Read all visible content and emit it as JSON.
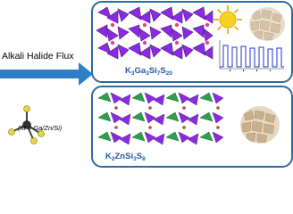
{
  "flux_label": "Alkali Halide Flux",
  "formula_note": "(M = Ga/Zn/Si)",
  "top_compound": {
    "parts": [
      [
        "K",
        "3"
      ],
      [
        "Ga",
        "3"
      ],
      [
        "Si",
        "7"
      ],
      [
        "S",
        "20"
      ]
    ]
  },
  "bottom_compound": {
    "parts": [
      [
        "K",
        "2"
      ],
      [
        "Zn",
        "Si"
      ],
      [
        "3",
        ""
      ],
      [
        "S",
        "8"
      ]
    ]
  },
  "colors": {
    "panel_border": "#2e6aa0",
    "arrow": "#2e7fc4",
    "tetra_purple": "#8a2be2",
    "tetra_green": "#2ea04a",
    "sun": "#f5d21f",
    "plot_line": "#2433c8"
  },
  "icons": [
    "arrow-icon",
    "tetrahedron-icon",
    "sun-icon",
    "crystal-photo-icon",
    "photocurrent-plot-icon"
  ]
}
